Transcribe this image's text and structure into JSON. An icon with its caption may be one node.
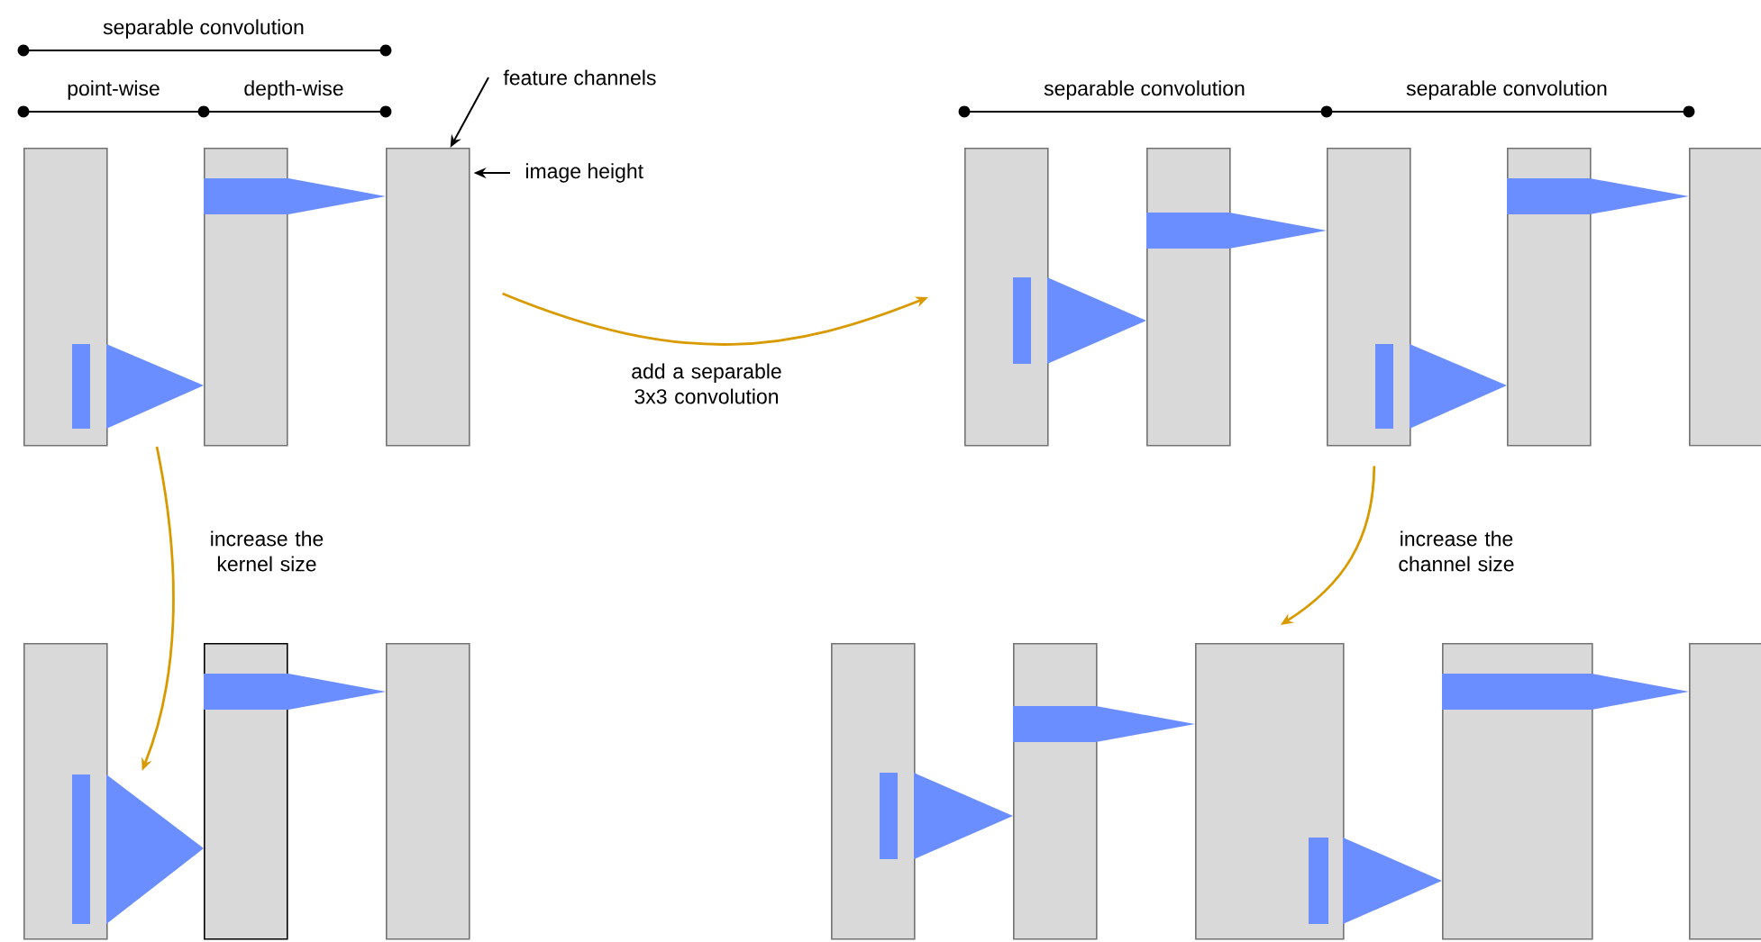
{
  "diagram": {
    "nodes": [
      {
        "text": [],
        "shape": "box"
      },
      {
        "text": [],
        "shape": "box"
      },
      {
        "text": [],
        "shape": "box"
      },
      {
        "text": [],
        "shape": "box"
      },
      {
        "text": [],
        "shape": "box"
      },
      {
        "text": [],
        "shape": "box"
      },
      {
        "text": [],
        "shape": "box"
      },
      {
        "text": [],
        "shape": "box"
      },
      {
        "text": [],
        "shape": "box"
      },
      {
        "text": [],
        "shape": "box"
      },
      {
        "text": [],
        "shape": "box"
      },
      {
        "text": [],
        "shape": "box"
      },
      {
        "text": [],
        "shape": "box"
      },
      {
        "text": [],
        "shape": "box"
      },
      {
        "text": [],
        "shape": "box"
      },
      {
        "text": [],
        "shape": "box"
      },
      {
        "text": [
          "feature channels"
        ]
      },
      {
        "text": [
          "image height"
        ]
      }
    ],
    "edges": [
      {
        "from": 16,
        "to": 2,
        "arrow": "to",
        "color": "#000000"
      },
      {
        "from": 17,
        "to": 2,
        "arrow": "to",
        "color": "#000000"
      },
      {
        "from": 2,
        "to": 3,
        "arrow": "to",
        "label": "add a separable 3x3 convolution",
        "color": "#d99a00"
      },
      {
        "from": null,
        "to": 8,
        "arrow": "to",
        "label": "increase the kernel size",
        "color": "#d99a00"
      },
      {
        "from": 5,
        "to": 13,
        "arrow": "to",
        "label": "increase the channel size",
        "color": "#d99a00"
      }
    ],
    "labels": [
      "separable convolution",
      "point-wise",
      "depth-wise",
      "separable convolution",
      "separable convolution"
    ]
  }
}
